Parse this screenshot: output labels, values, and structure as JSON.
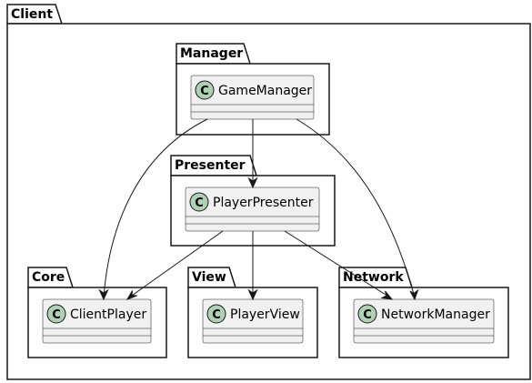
{
  "packages": {
    "client": {
      "title": "Client"
    },
    "manager": {
      "title": "Manager"
    },
    "presenter": {
      "title": "Presenter"
    },
    "core": {
      "title": "Core"
    },
    "view": {
      "title": "View"
    },
    "network": {
      "title": "Network"
    }
  },
  "classes": {
    "game_manager": {
      "stereotype": "C",
      "name": "GameManager"
    },
    "player_presenter": {
      "stereotype": "C",
      "name": "PlayerPresenter"
    },
    "client_player": {
      "stereotype": "C",
      "name": "ClientPlayer"
    },
    "player_view": {
      "stereotype": "C",
      "name": "PlayerView"
    },
    "network_manager": {
      "stereotype": "C",
      "name": "NetworkManager"
    }
  },
  "relations": [
    {
      "from": "GameManager",
      "to": "ClientPlayer"
    },
    {
      "from": "GameManager",
      "to": "PlayerPresenter"
    },
    {
      "from": "GameManager",
      "to": "NetworkManager"
    },
    {
      "from": "PlayerPresenter",
      "to": "ClientPlayer"
    },
    {
      "from": "PlayerPresenter",
      "to": "PlayerView"
    },
    {
      "from": "PlayerPresenter",
      "to": "NetworkManager"
    }
  ],
  "colors": {
    "class_fill": "#F1F1F1",
    "stereotype_circle": "#ADD1B2",
    "line": "#181818"
  }
}
